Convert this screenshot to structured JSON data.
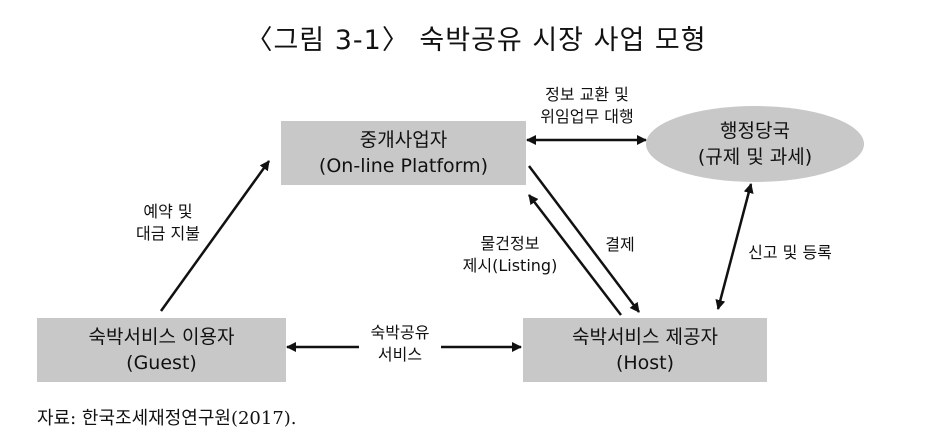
{
  "title": "〈그림 3-1〉 숙박공유 시장 사업 모형",
  "nodes": {
    "platform": {
      "line1": "중개사업자",
      "line2": "(On-line Platform)"
    },
    "authority": {
      "line1": "행정당국",
      "line2": "(규제 및 과세)"
    },
    "guest": {
      "line1": "숙박서비스 이용자",
      "line2": "(Guest)"
    },
    "host": {
      "line1": "숙박서비스 제공자",
      "line2": "(Host)"
    }
  },
  "edges": {
    "platform_authority": {
      "line1": "정보 교환 및",
      "line2": "위임업무 대행"
    },
    "guest_platform": {
      "line1": "예약 및",
      "line2": "대금 지불"
    },
    "host_platform": {
      "line1": "물건정보",
      "line2": "제시(Listing)"
    },
    "platform_host": {
      "line1": "결제"
    },
    "host_authority": {
      "line1": "신고 및 등록"
    },
    "guest_host": {
      "line1": "숙박공유",
      "line2": "서비스"
    }
  },
  "source": "자료: 한국조세재정연구원(2017)."
}
